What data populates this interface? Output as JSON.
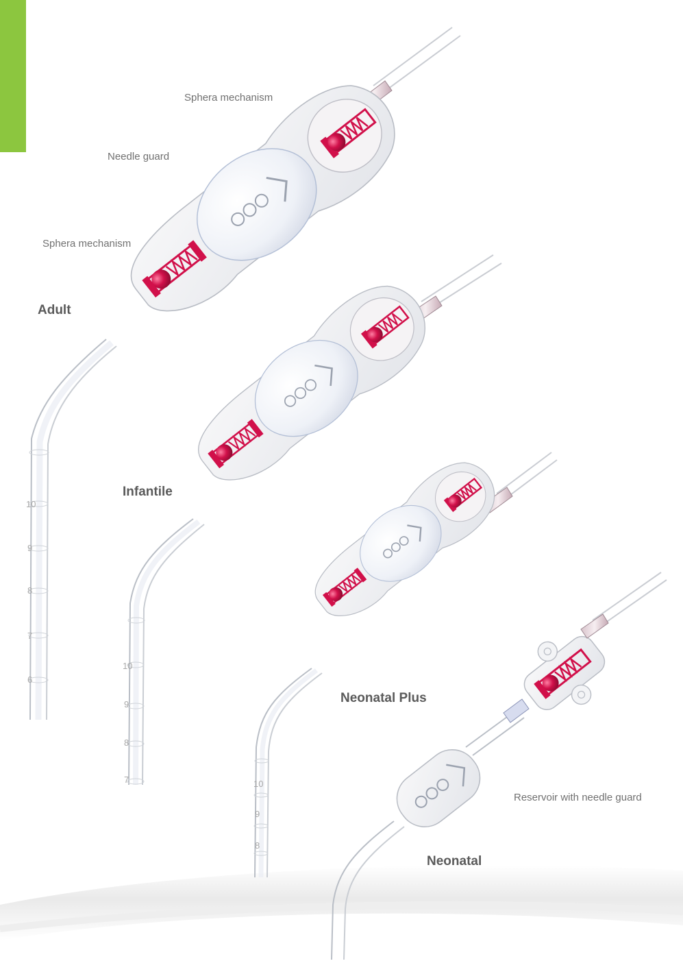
{
  "colors": {
    "accent": "#8cc63f",
    "mechanism_red": "#d1104a",
    "tube_outline": "#b9bec6",
    "label_text": "#707070",
    "model_text": "#5a5a5a"
  },
  "callouts": {
    "sphera_mechanism_top": "Sphera mechanism",
    "needle_guard": "Needle guard",
    "sphera_mechanism_bottom": "Sphera mechanism",
    "reservoir_needle_guard": "Reservoir with needle guard"
  },
  "models": {
    "adult": "Adult",
    "infantile": "Infantile",
    "neonatal_plus": "Neonatal Plus",
    "neonatal": "Neonatal"
  },
  "scale_marks": {
    "adult": [
      "10",
      "9",
      "8",
      "7",
      "6"
    ],
    "infantile": [
      "10",
      "9",
      "8",
      "7"
    ],
    "neonatal_plus": [
      "10",
      "9",
      "8"
    ]
  },
  "icons": {
    "device": "catheter-device-illustration",
    "mechanism": "sphera-mechanism-icon",
    "guard": "needle-guard-icon"
  }
}
